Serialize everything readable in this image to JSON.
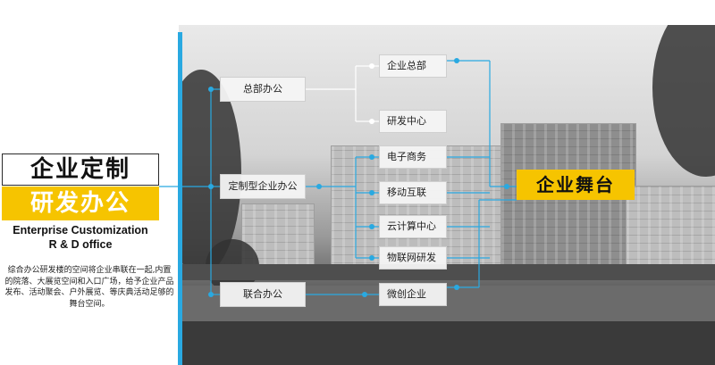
{
  "left_panel": {
    "title_line1": "企业定制",
    "title_line2": "研发办公",
    "english_line1": "Enterprise Customization",
    "english_line2": "R & D office",
    "description": "综合办公研发楼的空间将企业串联在一起,内置的院落、大展览空间和入口广场，给予企业产品发布、活动聚会、户外展览、等庆典活动足够的舞台空间。"
  },
  "diagram": {
    "groups": [
      {
        "label": "总部办公",
        "children": [
          "企业总部",
          "研发中心"
        ]
      },
      {
        "label": "定制型企业办公",
        "children": [
          "电子商务",
          "移动互联",
          "云计算中心",
          "物联网研发"
        ]
      },
      {
        "label": "联合办公",
        "children": [
          "微创企业"
        ]
      }
    ],
    "target": "企业舞台"
  },
  "colors": {
    "accent_blue": "#29a9e1",
    "accent_yellow": "#f6c400"
  }
}
